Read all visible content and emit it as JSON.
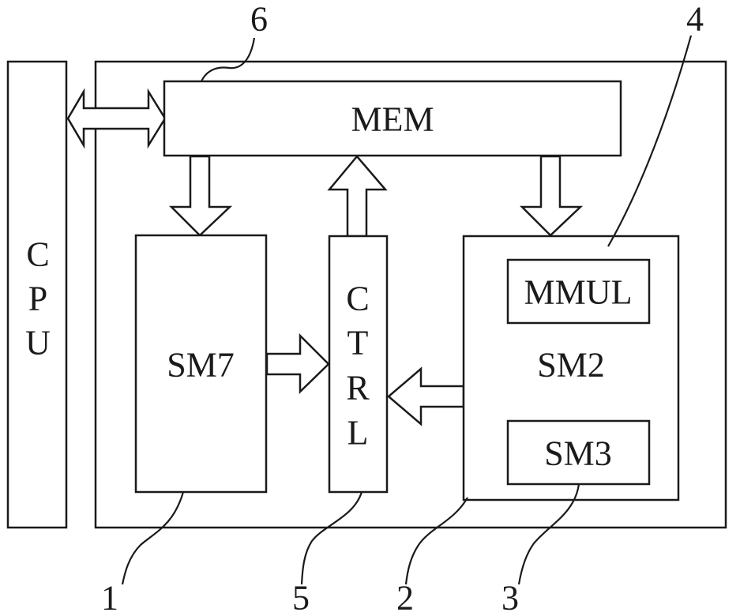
{
  "blocks": {
    "cpu": [
      "C",
      "P",
      "U"
    ],
    "mem": "MEM",
    "sm7": "SM7",
    "ctrl": [
      "C",
      "T",
      "R",
      "L"
    ],
    "sm2": "SM2",
    "mmul": "MMUL",
    "sm3": "SM3"
  },
  "reference_numerals": {
    "n1": "1",
    "n2": "2",
    "n3": "3",
    "n4": "4",
    "n5": "5",
    "n6": "6"
  }
}
